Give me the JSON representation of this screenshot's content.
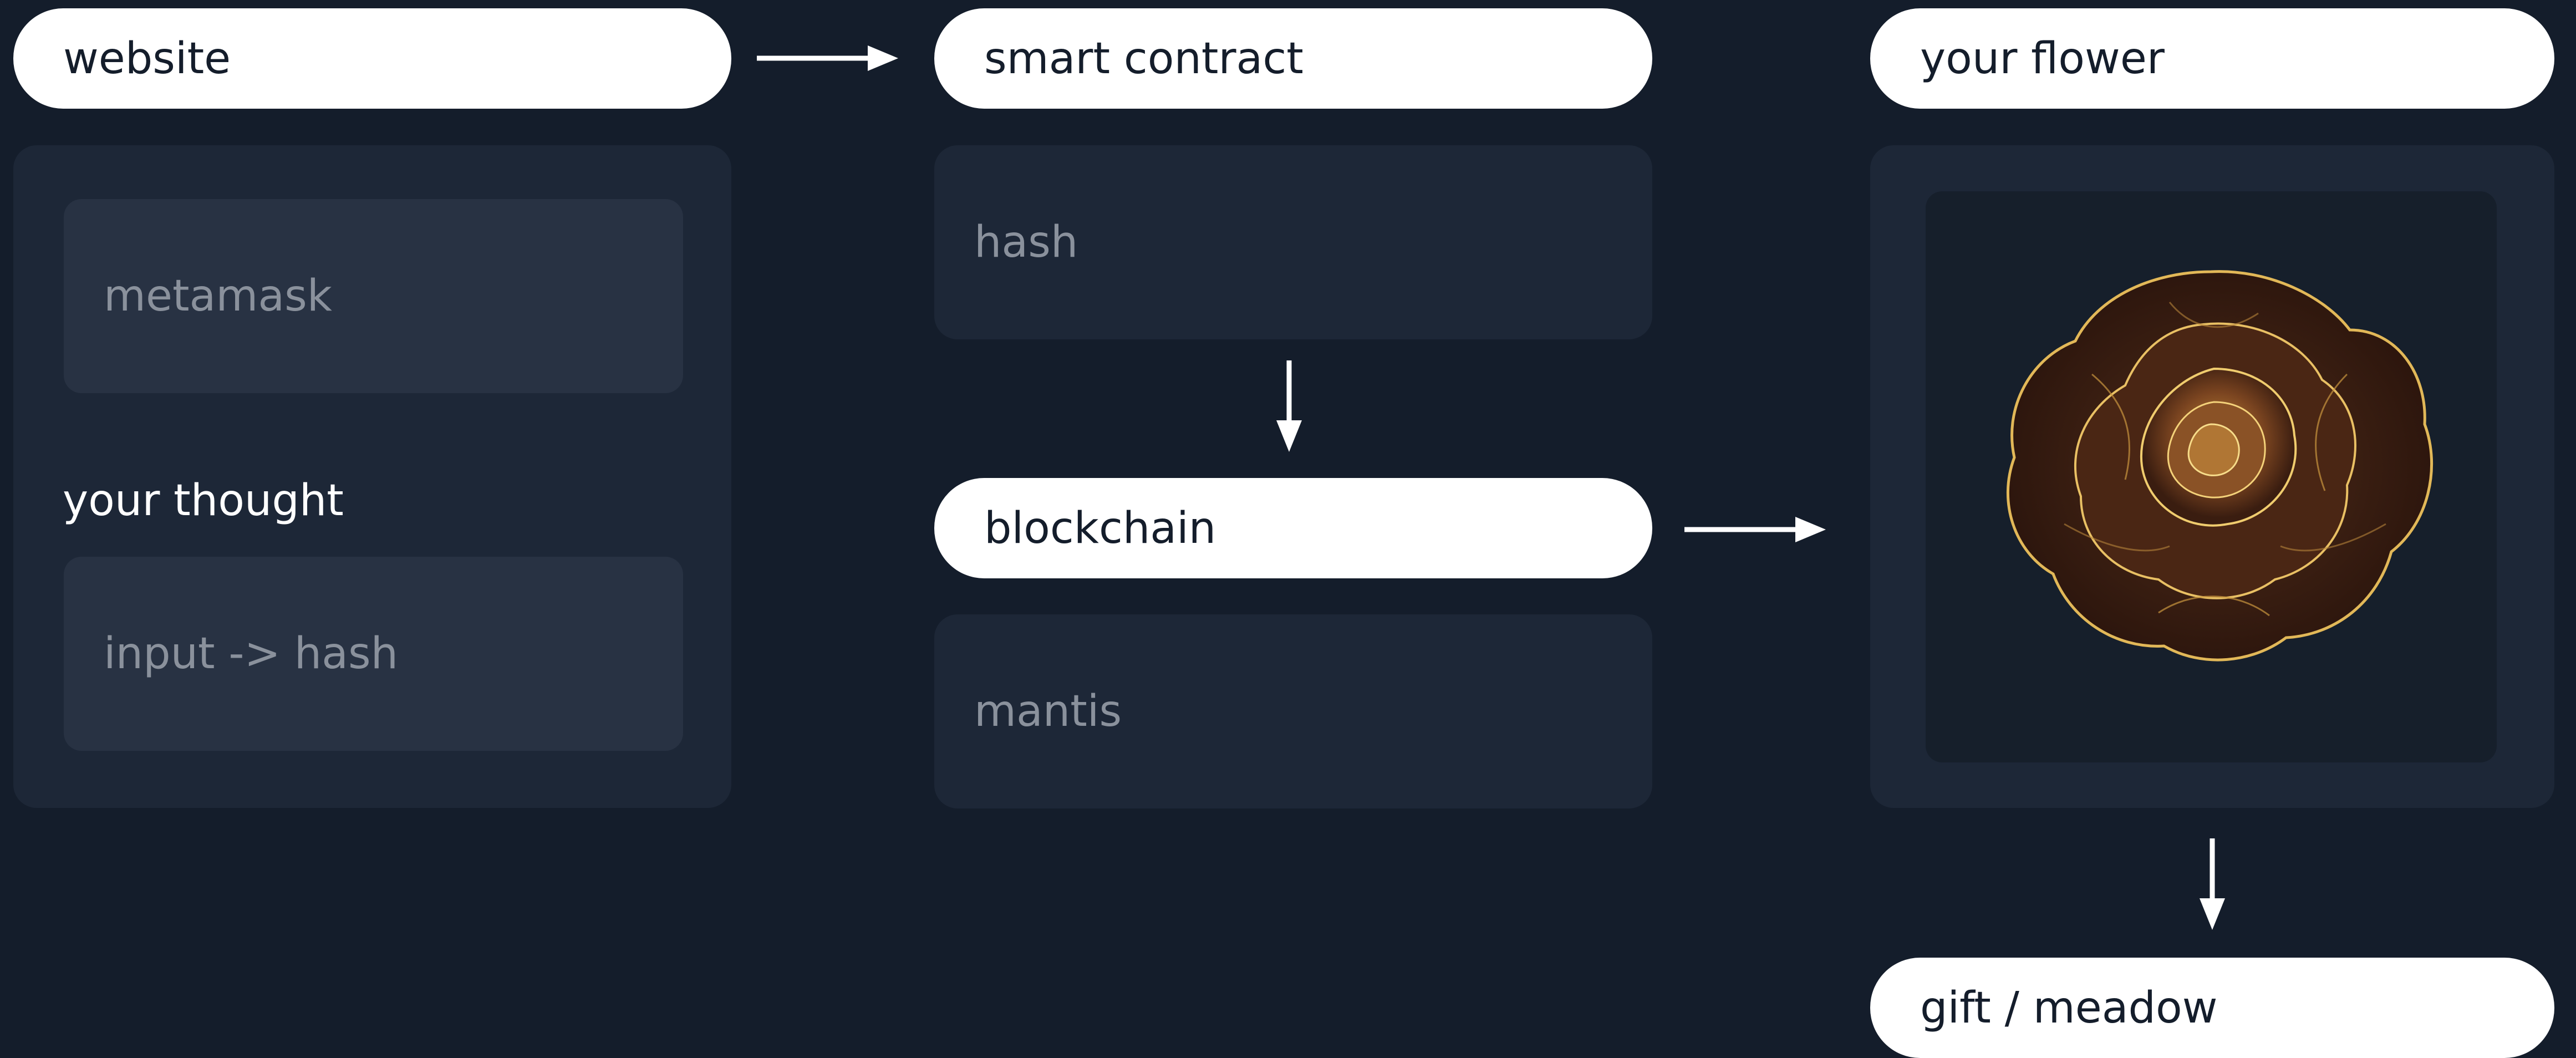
{
  "nodes": {
    "website": "website",
    "smart_contract": "smart contract",
    "your_flower": "your flower",
    "blockchain": "blockchain",
    "gift_meadow": "gift / meadow"
  },
  "website_panel": {
    "metamask": "metamask",
    "your_thought": "your thought",
    "input_hash": "input -> hash"
  },
  "contract_panel": {
    "hash": "hash"
  },
  "blockchain_panel": {
    "mantis": "mantis"
  },
  "flower_panel": {
    "image_icon": "rose-flower-icon"
  },
  "colors": {
    "background": "#141d2b",
    "panel": "#1d2737",
    "subbox": "#283243",
    "pill": "#ffffff",
    "muted_text": "#8a919c",
    "rose_gold": "#d7a94a"
  }
}
